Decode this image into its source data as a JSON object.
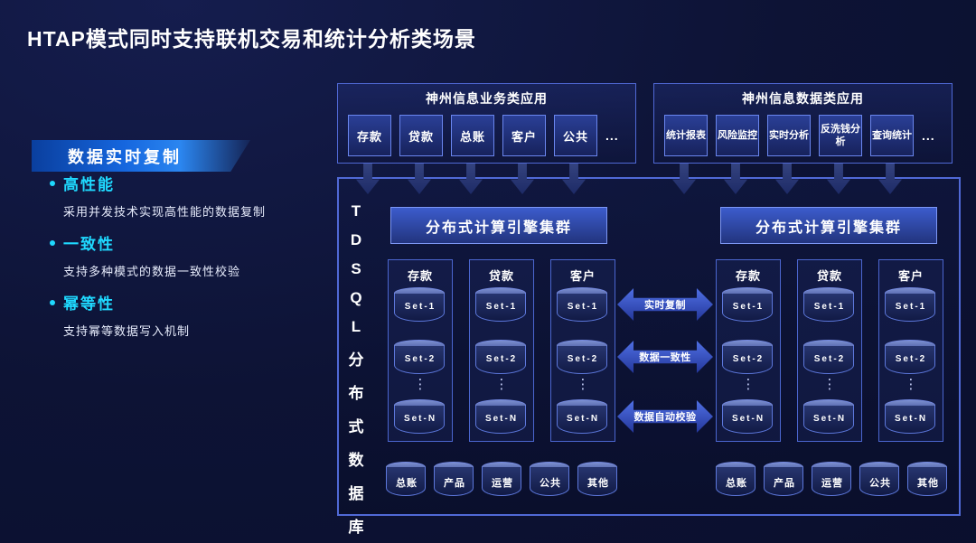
{
  "page": {
    "title": "HTAP模式同时支持联机交易和统计分析类场景"
  },
  "left_panel": {
    "badge": "数据实时复制",
    "features": [
      {
        "name": "高性能",
        "desc": "采用并发技术实现高性能的数据复制"
      },
      {
        "name": "一致性",
        "desc": "支持多种模式的数据一致性校验"
      },
      {
        "name": "幂等性",
        "desc": "支持幂等数据写入机制"
      }
    ]
  },
  "apps": {
    "business": {
      "title": "神州信息业务类应用",
      "items": [
        "存款",
        "贷款",
        "总账",
        "客户",
        "公共"
      ],
      "more": "..."
    },
    "data": {
      "title": "神州信息数据类应用",
      "items": [
        "统计报表",
        "风险监控",
        "实时分析",
        "反洗钱分析",
        "查询统计"
      ],
      "more": "..."
    }
  },
  "database": {
    "vertical_label": "TDSQL分布式数据库",
    "vertical_chars": [
      "T",
      "D",
      "S",
      "Q",
      "L",
      "分",
      "布",
      "式",
      "数",
      "据",
      "库"
    ],
    "set_ellipsis": "⋮",
    "links": [
      "实时复制",
      "数据一致性",
      "数据自动校验"
    ],
    "clusters": [
      {
        "engine": "分布式计算引擎集群",
        "shards": [
          {
            "name": "存款",
            "sets": [
              "Set-1",
              "Set-2",
              "Set-N"
            ]
          },
          {
            "name": "贷款",
            "sets": [
              "Set-1",
              "Set-2",
              "Set-N"
            ]
          },
          {
            "name": "客户",
            "sets": [
              "Set-1",
              "Set-2",
              "Set-N"
            ]
          }
        ],
        "bottom": [
          "总账",
          "产品",
          "运营",
          "公共",
          "其他"
        ]
      },
      {
        "engine": "分布式计算引擎集群",
        "shards": [
          {
            "name": "存款",
            "sets": [
              "Set-1",
              "Set-2",
              "Set-N"
            ]
          },
          {
            "name": "贷款",
            "sets": [
              "Set-1",
              "Set-2",
              "Set-N"
            ]
          },
          {
            "name": "客户",
            "sets": [
              "Set-1",
              "Set-2",
              "Set-N"
            ]
          }
        ],
        "bottom": [
          "总账",
          "产品",
          "运营",
          "公共",
          "其他"
        ]
      }
    ]
  },
  "colors": {
    "background": "#0d1335",
    "accent_cyan": "#1fd9ff",
    "border_blue": "#5069d6",
    "badge_blue": "#1566de",
    "engine_blue": "#3c5ccc"
  }
}
